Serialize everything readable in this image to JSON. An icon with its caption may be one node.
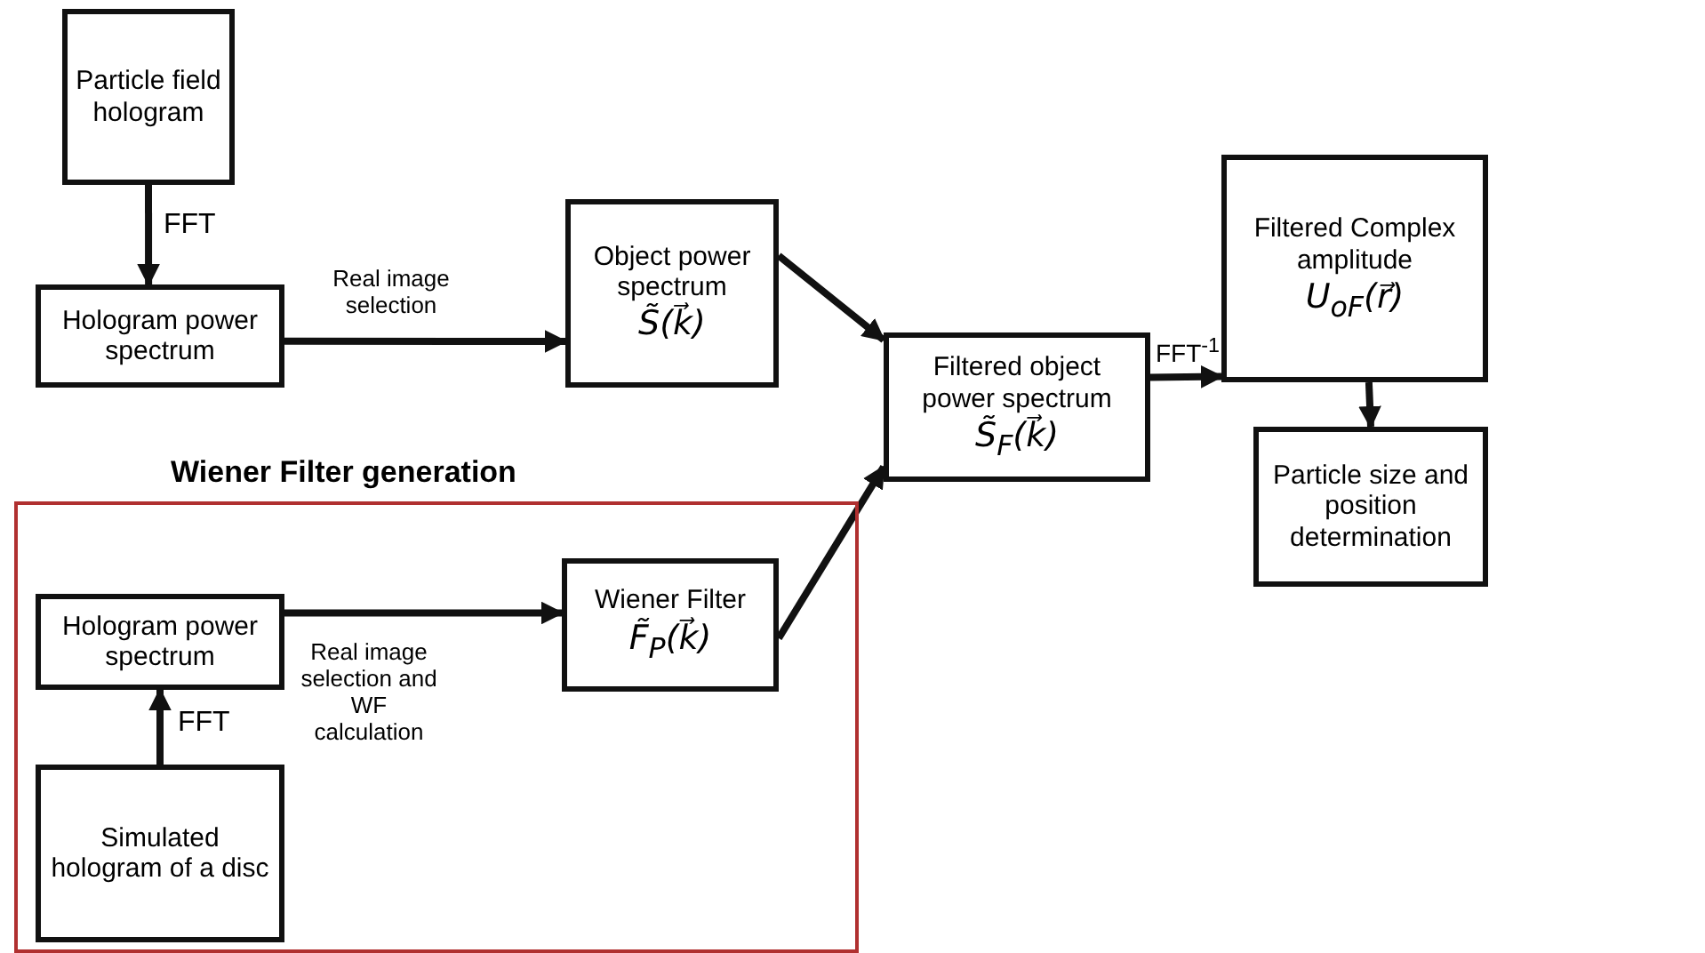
{
  "diagram": {
    "nodes": [
      {
        "text": [
          "Particle field hologram"
        ]
      },
      {
        "text": [
          "Hologram power spectrum"
        ]
      },
      {
        "text": [
          "Object power spectrum",
          "S̃(k⃗)"
        ]
      },
      {
        "text": [
          "Wiener Filter generation"
        ]
      },
      {
        "text": [
          "Hologram power spectrum"
        ],
        "in": 3
      },
      {
        "text": [
          "Wiener Filter",
          "F̃$_{P}$(k⃗)"
        ],
        "in": 3
      },
      {
        "text": [
          "Simulated hologram of a disc"
        ],
        "in": 3
      },
      {
        "text": [
          "Filtered object power spectrum",
          "S̃$_{F}$(k⃗)"
        ]
      },
      {
        "text": [
          "Filtered Complex amplitude",
          "U$_{oF}$(r⃗)"
        ]
      },
      {
        "text": [
          "Particle size and position determination"
        ]
      }
    ],
    "edges": [
      {
        "from": 0,
        "to": 1,
        "arrow": "to",
        "label": "FFT"
      },
      {
        "from": 1,
        "to": 2,
        "arrow": "to",
        "label": "Real image selection"
      },
      {
        "from": 2,
        "to": 7,
        "arrow": "to"
      },
      {
        "from": 4,
        "to": 5,
        "arrow": "to",
        "label": "Real image selection and WF calculation"
      },
      {
        "from": 6,
        "to": 4,
        "arrow": "to",
        "label": "FFT"
      },
      {
        "from": 5,
        "to": 7,
        "arrow": "to"
      },
      {
        "from": 7,
        "to": 8,
        "arrow": "to",
        "label": "FFT$^{-1}$"
      },
      {
        "from": 8,
        "to": 9,
        "arrow": "to"
      }
    ]
  }
}
